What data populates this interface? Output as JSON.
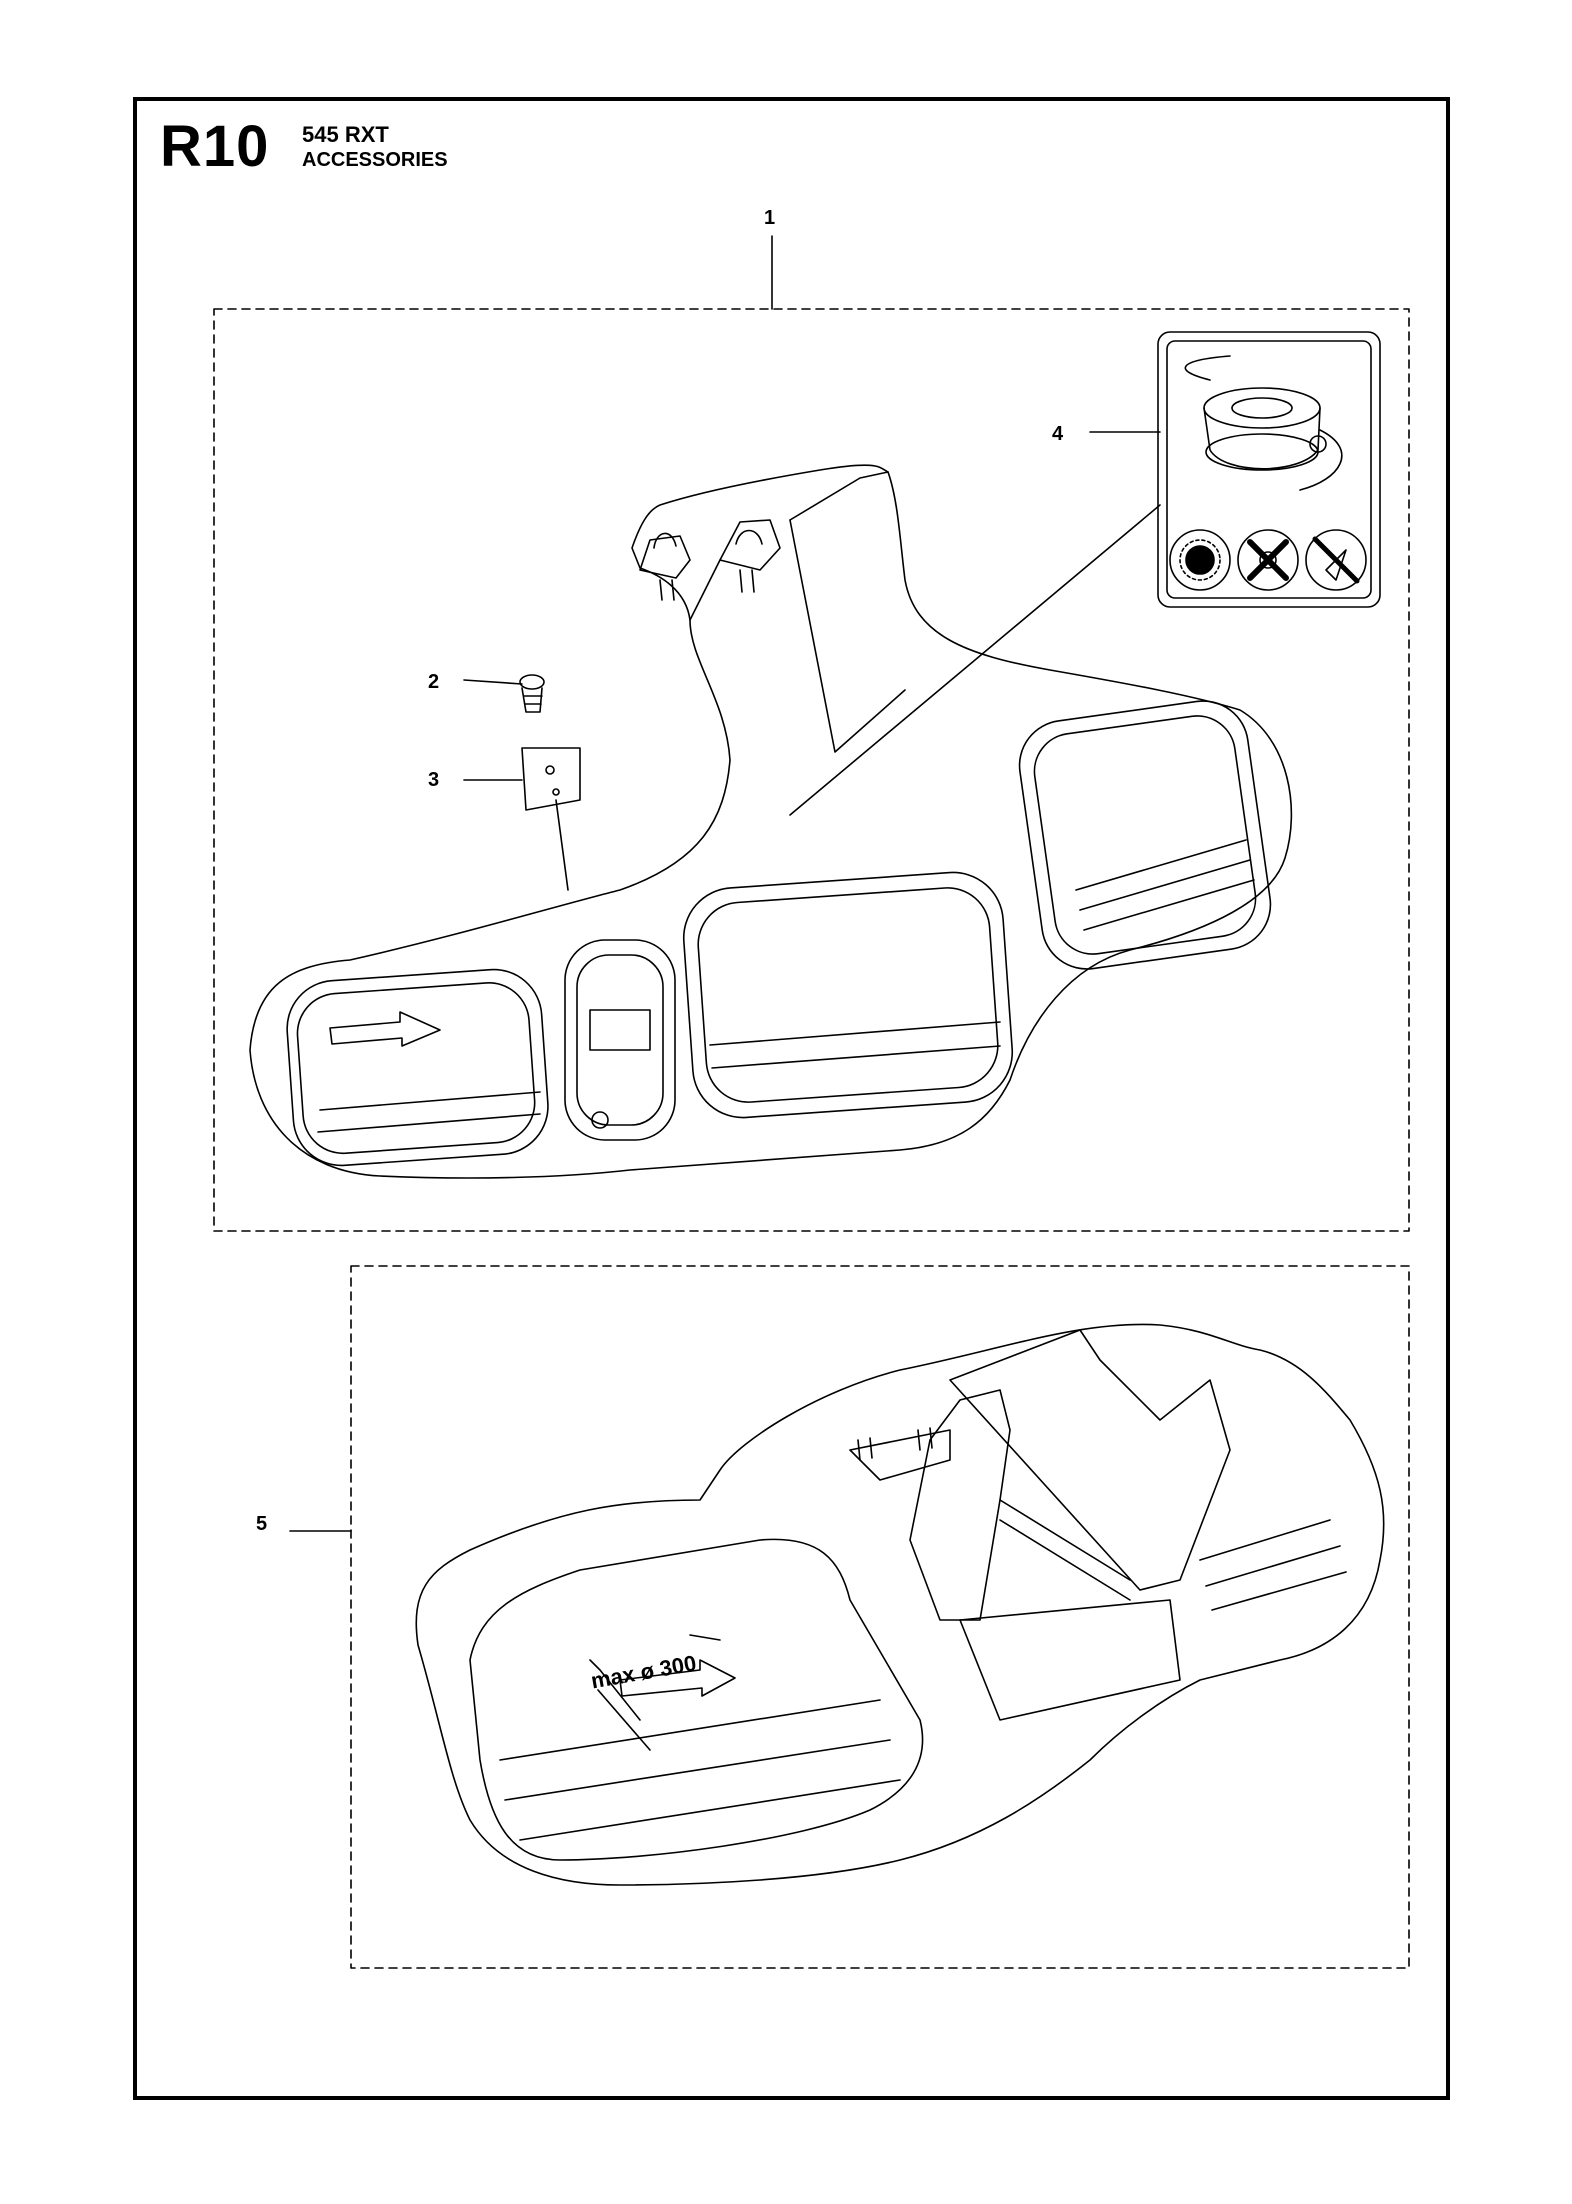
{
  "header": {
    "page_code": "R10",
    "model": "545 RXT",
    "section": "ACCESSORIES"
  },
  "callouts": {
    "c1": "1",
    "c2": "2",
    "c3": "3",
    "c4": "4",
    "c5": "5"
  },
  "decal": {
    "text": "max  ø  300"
  },
  "icons": {
    "spool": "trimmer-head-spool-icon",
    "symbol_1": "saw-blade-icon",
    "symbol_2": "grass-blade-icon",
    "symbol_3": "prohibited-blade-icon"
  }
}
